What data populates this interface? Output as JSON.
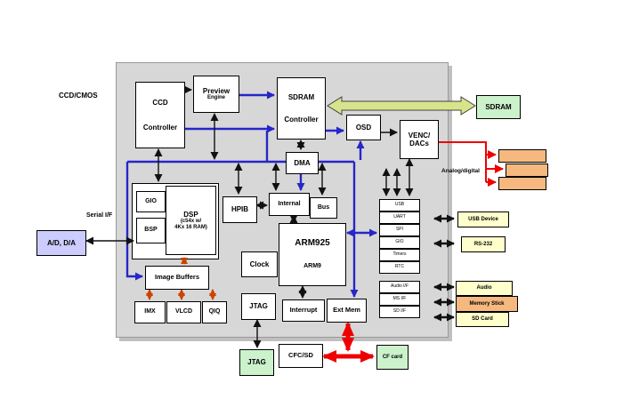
{
  "colors": {
    "chip_bg": "#d7d7d7",
    "box_bg": "#ffffff",
    "green_box": "#ccf2cc",
    "purple_box": "#ccccfe",
    "yellow_box": "#ffffcc",
    "orange_box": "#f5b97f",
    "bus_blue": "#2626c9",
    "arrow_red": "#ee0000",
    "arrow_orange": "#cc4400",
    "big_arrow_fill": "#d8e48c"
  },
  "labels": {
    "ccd_cmos": "CCD/CMOS",
    "serial_if": "Serial I/F",
    "analog_digital": "Analog/digital"
  },
  "blocks": {
    "ccd_controller": {
      "line1": "CCD",
      "line2": "Controller"
    },
    "preview": {
      "line1": "Preview",
      "line2": "Engine"
    },
    "sdram_controller": {
      "line1": "SDRAM",
      "line2": "Controller"
    },
    "osd": {
      "label": "OSD"
    },
    "venc_dac": {
      "line1": "VENC/",
      "line2": "DACs"
    },
    "dma": {
      "label": "DMA"
    },
    "gio": {
      "label": "GIO"
    },
    "bsp": {
      "label": "BSP"
    },
    "dsp": {
      "line1": "DSP",
      "line2": "(c54x w/",
      "line3": "4Kx 16 RAM)"
    },
    "hpib": {
      "label": "HPIB"
    },
    "internal": {
      "label": "Internal"
    },
    "bus": {
      "label": "Bus"
    },
    "arm925": {
      "line1": "ARM925",
      "line2": "ARM9"
    },
    "clock": {
      "label": "Clock"
    },
    "image_buffers": {
      "label": "Image Buffers"
    },
    "imx": {
      "label": "IMX"
    },
    "vlcd": {
      "label": "VLCD"
    },
    "qiq": {
      "label": "QIQ"
    },
    "jtag_internal": {
      "label": "JTAG"
    },
    "interrupt": {
      "label": "Interrupt"
    },
    "ext_mem": {
      "label": "Ext Mem"
    },
    "jtag_external": {
      "label": "JTAG"
    },
    "cfc": {
      "label": "CFC/SD"
    },
    "sdram_external": {
      "label": "SDRAM"
    },
    "ad_da": {
      "label": "A/D, D/A"
    },
    "cf_card": {
      "label": "CF card"
    }
  },
  "peripherals": {
    "inside": [
      {
        "label": "USB"
      },
      {
        "label": "UART"
      },
      {
        "label": "SPI"
      },
      {
        "label": "GIO"
      },
      {
        "label": "Timers"
      },
      {
        "label": "RTC"
      },
      {
        "label": "Audio I/F"
      },
      {
        "label": "MS I/F"
      },
      {
        "label": "SD I/F"
      }
    ],
    "outside": [
      {
        "label": "USB Device"
      },
      {
        "label": "RS-232"
      },
      {
        "label": "Audio"
      },
      {
        "label": "Memory Stick"
      },
      {
        "label": "SD Card"
      }
    ]
  }
}
